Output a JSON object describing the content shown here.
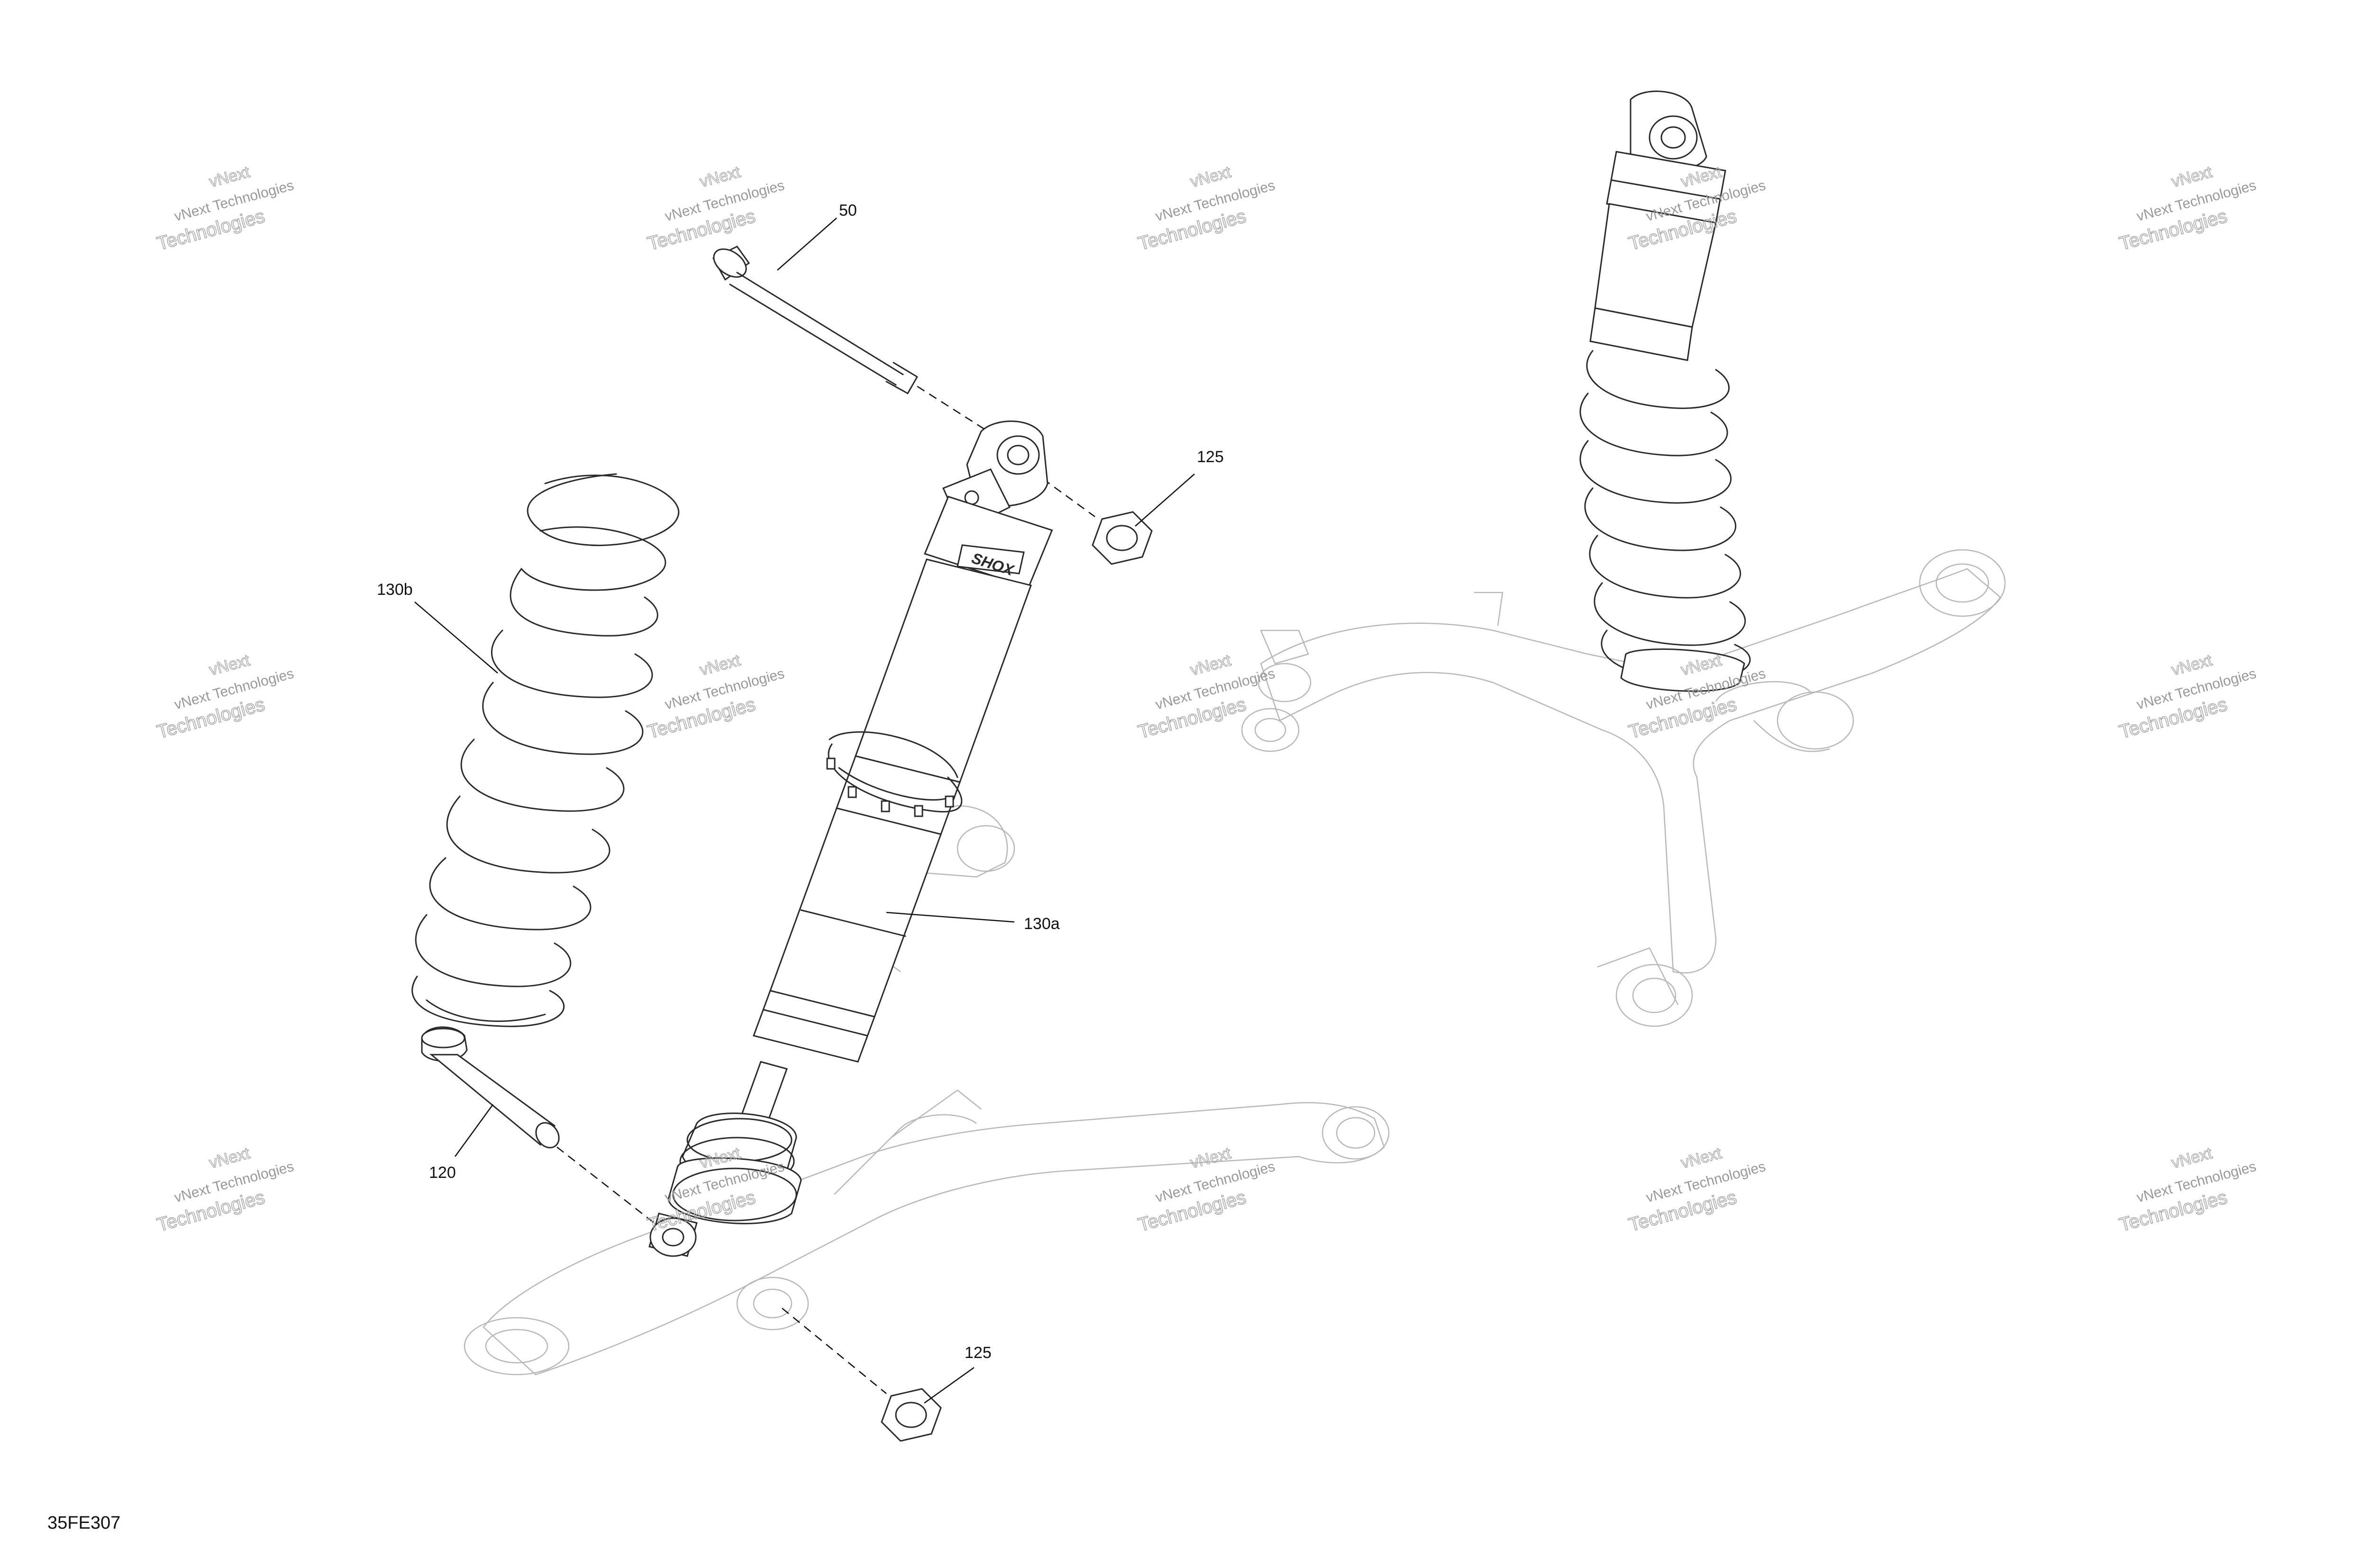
{
  "diagram": {
    "figure_code": "35FE307",
    "callouts": [
      {
        "id": "callout-50",
        "label": "50"
      },
      {
        "id": "callout-125-top",
        "label": "125"
      },
      {
        "id": "callout-130b",
        "label": "130b"
      },
      {
        "id": "callout-130a",
        "label": "130a"
      },
      {
        "id": "callout-120",
        "label": "120"
      },
      {
        "id": "callout-125-bottom",
        "label": "125"
      }
    ],
    "watermark": {
      "line0": "vNext",
      "line1": "vNext Technologies",
      "line2": "Technologies"
    },
    "shock_brand_text": "SHOX",
    "colors": {
      "line_art": "#2a2a2a",
      "ghost_art": "#b8b8b8",
      "watermark": "#999999"
    }
  }
}
